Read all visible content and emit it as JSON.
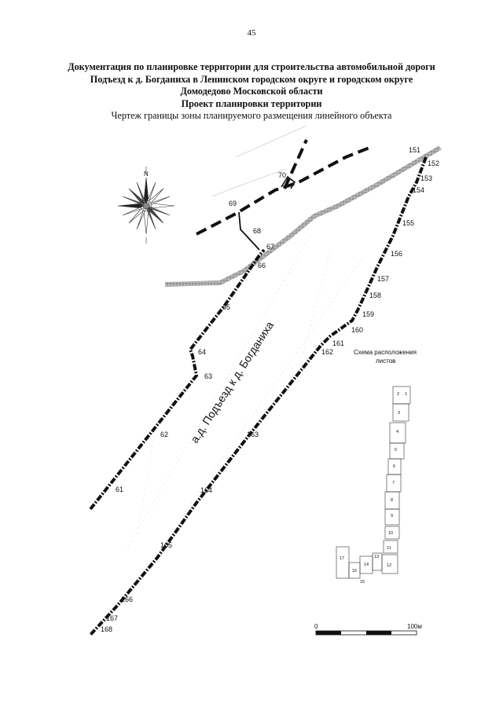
{
  "page_number": "45",
  "header": {
    "line1": "Документация по планировке территории для строительства автомобильной дороги",
    "line2": "Подъезд к д. Богданиха в Ленинском городском округе и городском округе",
    "line3": "Домодедово Московской области",
    "line4": "Проект планировки территории",
    "subtitle": "Чертеж границы зоны планируемого размещения линейного объекта"
  },
  "compass": {
    "north": "N"
  },
  "road_label": "а.д. Подъезд к д. Богданиха",
  "points": {
    "p61": "61",
    "p62": "62",
    "p63": "63",
    "p64": "64",
    "p65": "65",
    "p66": "66",
    "p67": "67",
    "p68": "68",
    "p69": "69",
    "p70": "70",
    "p151": "151",
    "p152": "152",
    "p153": "153",
    "p154": "154",
    "p155": "155",
    "p156": "156",
    "p157": "157",
    "p158": "158",
    "p159": "159",
    "p160": "160",
    "p161": "161",
    "p162": "162",
    "p163": "163",
    "p164": "164",
    "p165": "165",
    "p166": "166",
    "p167": "167",
    "p168": "168"
  },
  "sheet_scheme": {
    "title_line1": "Схема расположения",
    "title_line2": "листов",
    "sheets": {
      "s1": "1",
      "s2": "2",
      "s3": "3",
      "s4": "4",
      "s5": "5",
      "s6": "6",
      "s7": "7",
      "s8": "8",
      "s9": "9",
      "s10": "10",
      "s11": "11",
      "s12": "12",
      "s13": "13",
      "s14": "14",
      "s15": "15",
      "s16": "16",
      "s17": "17"
    }
  },
  "scale_bar": {
    "start": "0",
    "end": "100м"
  }
}
